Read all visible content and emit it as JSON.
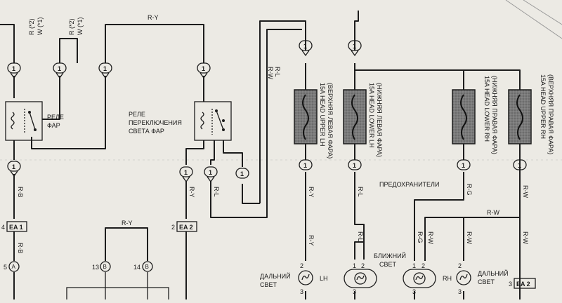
{
  "labels": {
    "relay_headlamp": [
      "РЕЛЕ",
      "ФАР"
    ],
    "relay_dimmer": [
      "РЕЛЕ",
      "ПЕРЕКЛЮЧЕНИЯ",
      "СВЕТА ФАР"
    ],
    "fuses_title": "ПРЕДОХРАНИТЕЛИ",
    "low_beam": [
      "БЛИЖНИЙ",
      "СВЕТ"
    ],
    "high_beam_left": [
      "ДАЛЬНИЙ",
      "СВЕТ"
    ],
    "high_beam_right": [
      "ДАЛЬНИЙ",
      "СВЕТ"
    ],
    "lamp_lh": "LH",
    "lamp_rh": "RH"
  },
  "fuses": [
    {
      "line1": "15A HEAD UPPER LH",
      "line2": "(ВЕРХНЯЯ ЛЕВАЯ ФАРА)"
    },
    {
      "line1": "15A HEAD LOWER LH",
      "line2": "(НИЖНЯЯ ЛЕВАЯ ФАРА)"
    },
    {
      "line1": "15A HEAD LOWER RH",
      "line2": "(НИЖНЯЯ ПРАВАЯ ФАРА)"
    },
    {
      "line1": "15A HEAD UPPER RH",
      "line2": "(ВЕРХНЯЯ ПРАВАЯ ФАРА)"
    }
  ],
  "wires": {
    "ry_top": "R-Y",
    "r_star2": "R (*2)",
    "w_star1": "W (*1)",
    "r_star2_b": "R (*2)",
    "w_star1_b": "W (*1)",
    "rl_top": "R-L",
    "rw_top": "R-W",
    "rb_1": "R-B",
    "rb_2": "R-B",
    "ry_mid": "R-Y",
    "rl_mid": "R-L",
    "ry_fuse1": "R-Y",
    "rl_fuse2": "R-L",
    "rg_fuse3": "R-G",
    "rw_fuse4": "R-W",
    "ry_bottom_bus": "R-Y",
    "ry_lamp": "R-Y",
    "rl_lamp": "R-L",
    "rw_bus": "R-W",
    "rg_lamp": "R-G",
    "rw_lamp_a": "R-W",
    "rw_lamp_b": "R-W",
    "rw_lamp_c": "R-W"
  },
  "connectors": {
    "ea1": "EA 1",
    "ea1_pin": "4",
    "ea2": "EA 2",
    "ea2_pin": "2",
    "ea2_right": "EA 2",
    "ea2_right_pin": "3",
    "pin_one": "1",
    "pin_a": "A",
    "pin_a_num": "5",
    "pin_b": "B",
    "pin_b13": "13",
    "pin_b14": "14",
    "lamp_pin_1": "1",
    "lamp_pin_2": "2",
    "lamp_pin_3": "3"
  },
  "colors": {
    "paper": "#eceae4",
    "ink": "#1d1d1d",
    "fuse": "#6e6e6e"
  }
}
